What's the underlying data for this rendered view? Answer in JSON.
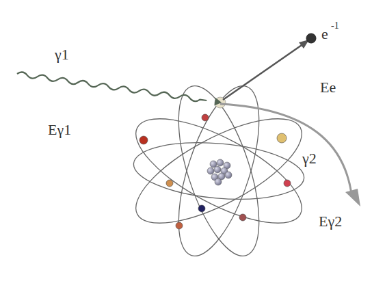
{
  "diagram": {
    "labels": [
      "γ1",
      "Eγ1",
      "e",
      "-1",
      "Ee",
      "γ2",
      "Eγ2"
    ]
  }
}
